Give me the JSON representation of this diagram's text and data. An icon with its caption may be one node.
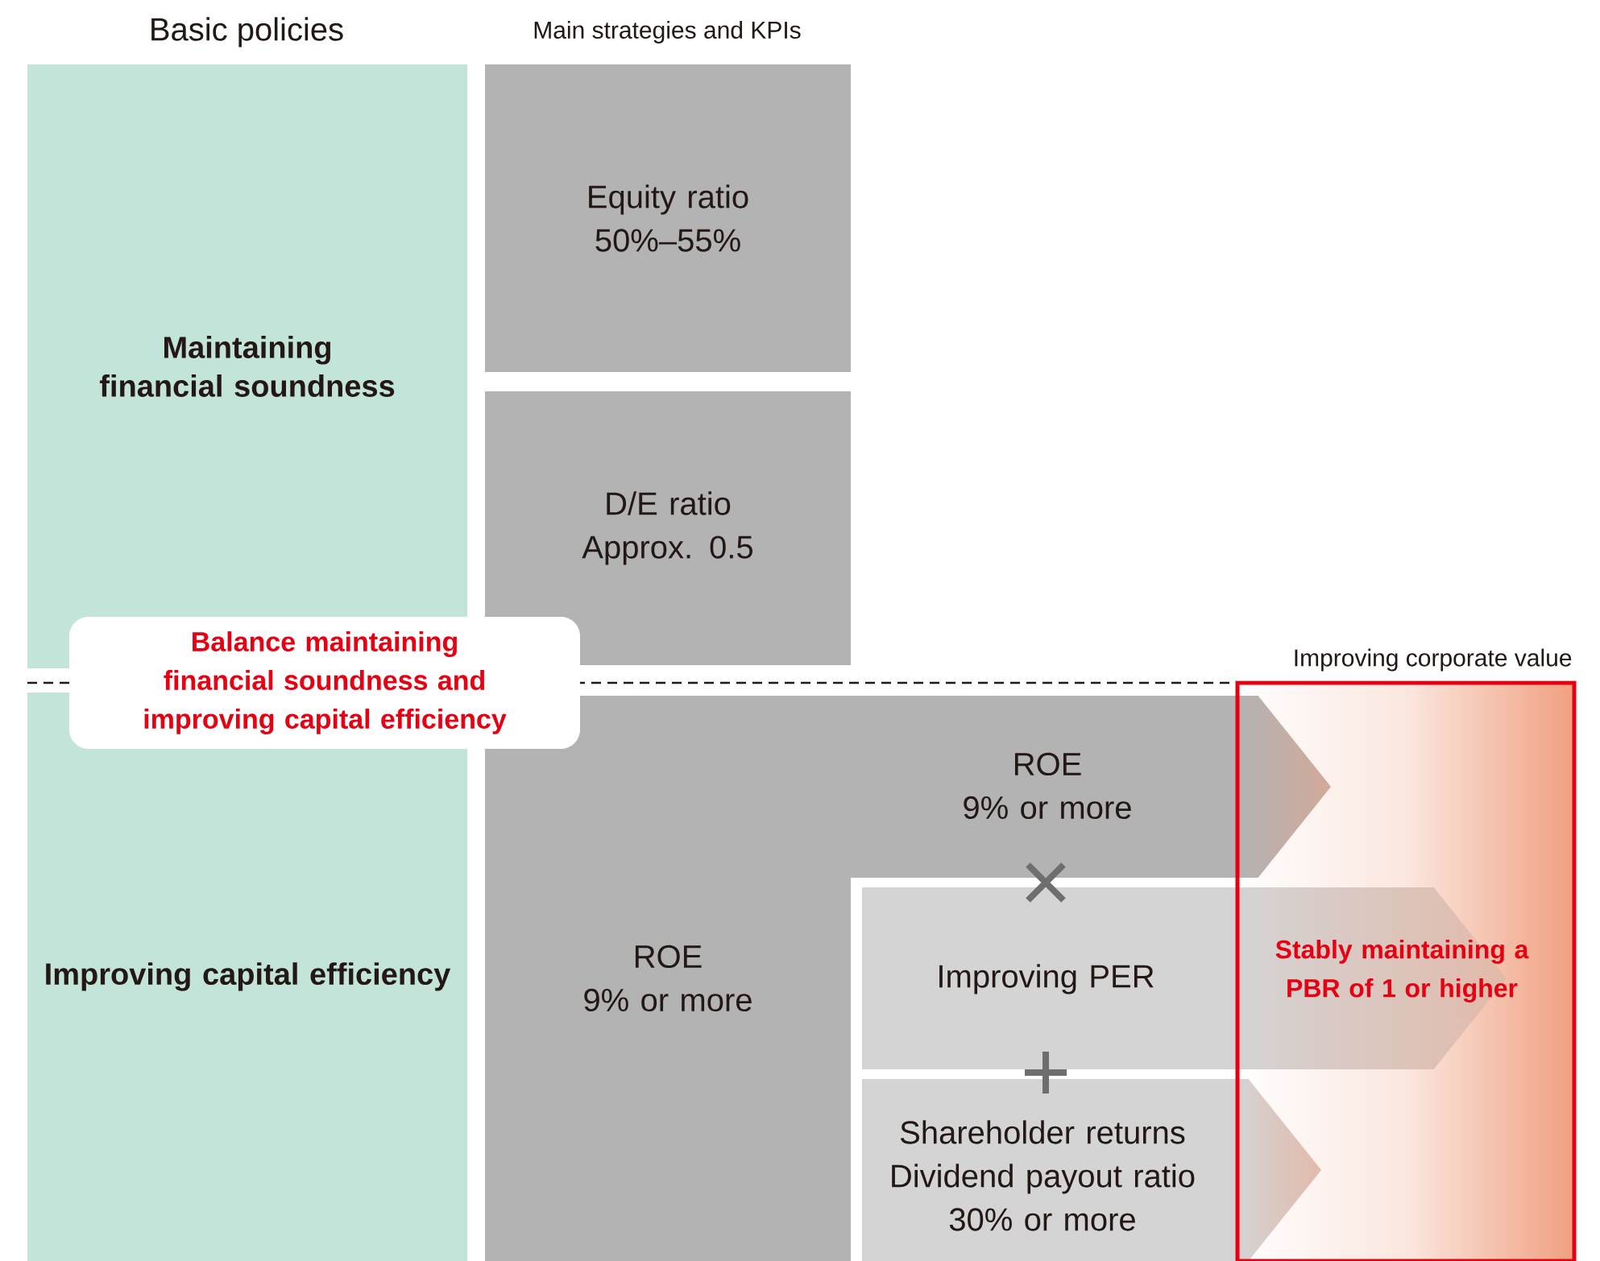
{
  "diagram": {
    "nodes": [
      {
        "text": [
          "Maintaining financial soundness"
        ]
      },
      {
        "text": [
          "Equity ratio",
          "50%–55%"
        ]
      },
      {
        "text": [
          "D/E ratio",
          "Approx. 0.5"
        ]
      },
      {
        "text": [
          "Balance maintaining financial soundness and improving capital efficiency"
        ]
      },
      {
        "text": [
          "Improving capital efficiency"
        ]
      },
      {
        "text": [
          "ROE",
          "9% or more"
        ]
      },
      {
        "text": [
          "ROE",
          "9% or more"
        ]
      },
      {
        "text": [
          "Improving PER"
        ]
      },
      {
        "text": [
          "Shareholder returns",
          "Dividend payout ratio",
          "30% or more"
        ]
      },
      {
        "text": [
          "Improving corporate value",
          "Stably maintaining a PBR of 1 or higher"
        ]
      }
    ],
    "labels": [
      "Basic policies",
      "Main strategies and KPIs"
    ]
  }
}
